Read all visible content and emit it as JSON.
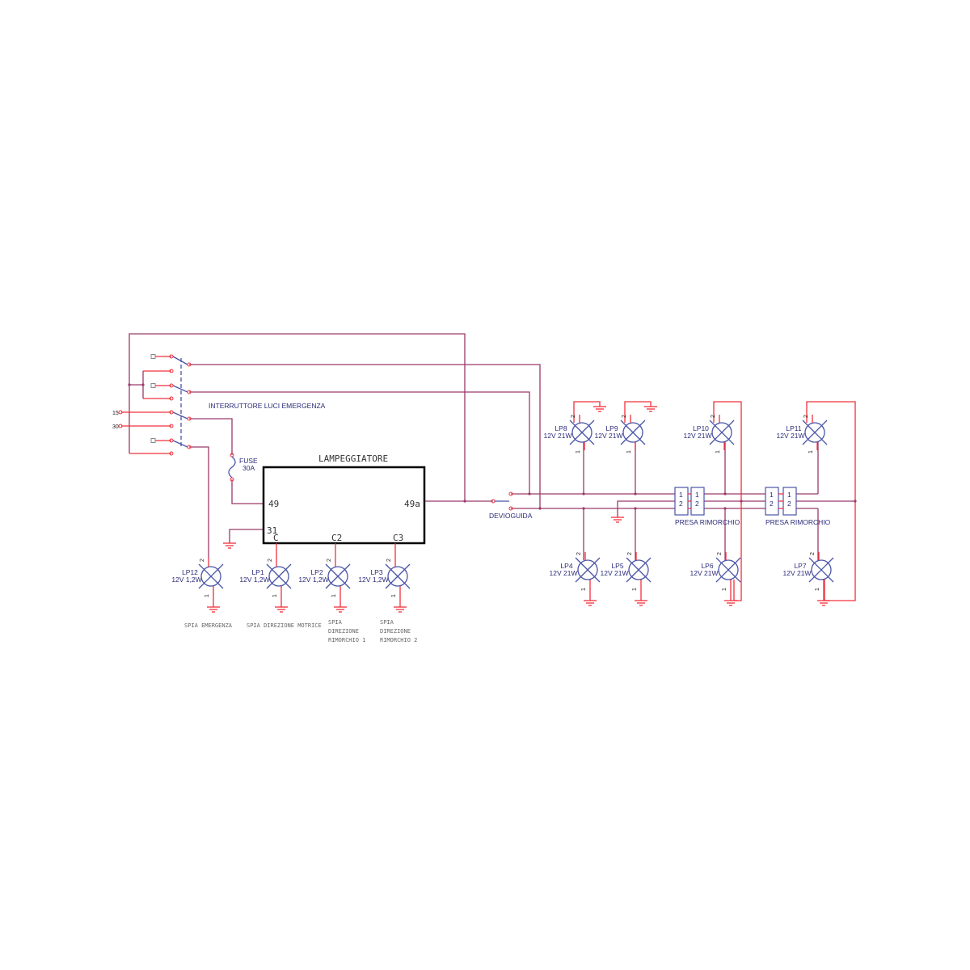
{
  "switch_label": "INTERRUTTORE LUCI EMERGENZA",
  "inputs": {
    "in15": "15",
    "in30": "30"
  },
  "fuse": {
    "name": "FUSE",
    "rating": "30A"
  },
  "flasher": {
    "title": "LAMPEGGIATORE",
    "pin49": "49",
    "pin49a": "49a",
    "pin31": "31",
    "pinC": "C",
    "pinC2": "C2",
    "pinC3": "C3"
  },
  "devioguida": "DEVIOGUIDA",
  "connectors": [
    {
      "label": "PRESA RIMORCHIO",
      "pins": [
        "1",
        "2"
      ]
    },
    {
      "label": "PRESA RIMORCHIO",
      "pins": [
        "1",
        "2"
      ]
    }
  ],
  "lamps": [
    {
      "ref": "LP12",
      "value": "12V 1,2W",
      "pin_top": "2",
      "pin_bottom": "1"
    },
    {
      "ref": "LP1",
      "value": "12V 1,2W",
      "pin_top": "2",
      "pin_bottom": "1"
    },
    {
      "ref": "LP2",
      "value": "12V 1,2W",
      "pin_top": "2",
      "pin_bottom": "1"
    },
    {
      "ref": "LP3",
      "value": "12V 1,2W",
      "pin_top": "2",
      "pin_bottom": "1"
    },
    {
      "ref": "LP8",
      "value": "12V 21W",
      "pin_top": "2",
      "pin_bottom": "1"
    },
    {
      "ref": "LP9",
      "value": "12V 21W",
      "pin_top": "2",
      "pin_bottom": "1"
    },
    {
      "ref": "LP10",
      "value": "12V 21W",
      "pin_top": "2",
      "pin_bottom": "1"
    },
    {
      "ref": "LP11",
      "value": "12V 21W",
      "pin_top": "2",
      "pin_bottom": "1"
    },
    {
      "ref": "LP4",
      "value": "12V 21W",
      "pin_top": "2",
      "pin_bottom": "1"
    },
    {
      "ref": "LP5",
      "value": "12V 21W",
      "pin_top": "2",
      "pin_bottom": "1"
    },
    {
      "ref": "LP6",
      "value": "12V 21W",
      "pin_top": "2",
      "pin_bottom": "1"
    },
    {
      "ref": "LP7",
      "value": "12V 21W",
      "pin_top": "2",
      "pin_bottom": "1"
    }
  ],
  "captions": {
    "spia_emergenza": "SPIA EMERGENZA",
    "spia_motrice": "SPIA DIREZIONE MOTRICE",
    "spia_rim1": [
      "SPIA",
      "DIREZIONE",
      "RIMORCHIO 1"
    ],
    "spia_rim2": [
      "SPIA",
      "DIREZIONE",
      "RIMORCHIO 2"
    ]
  }
}
